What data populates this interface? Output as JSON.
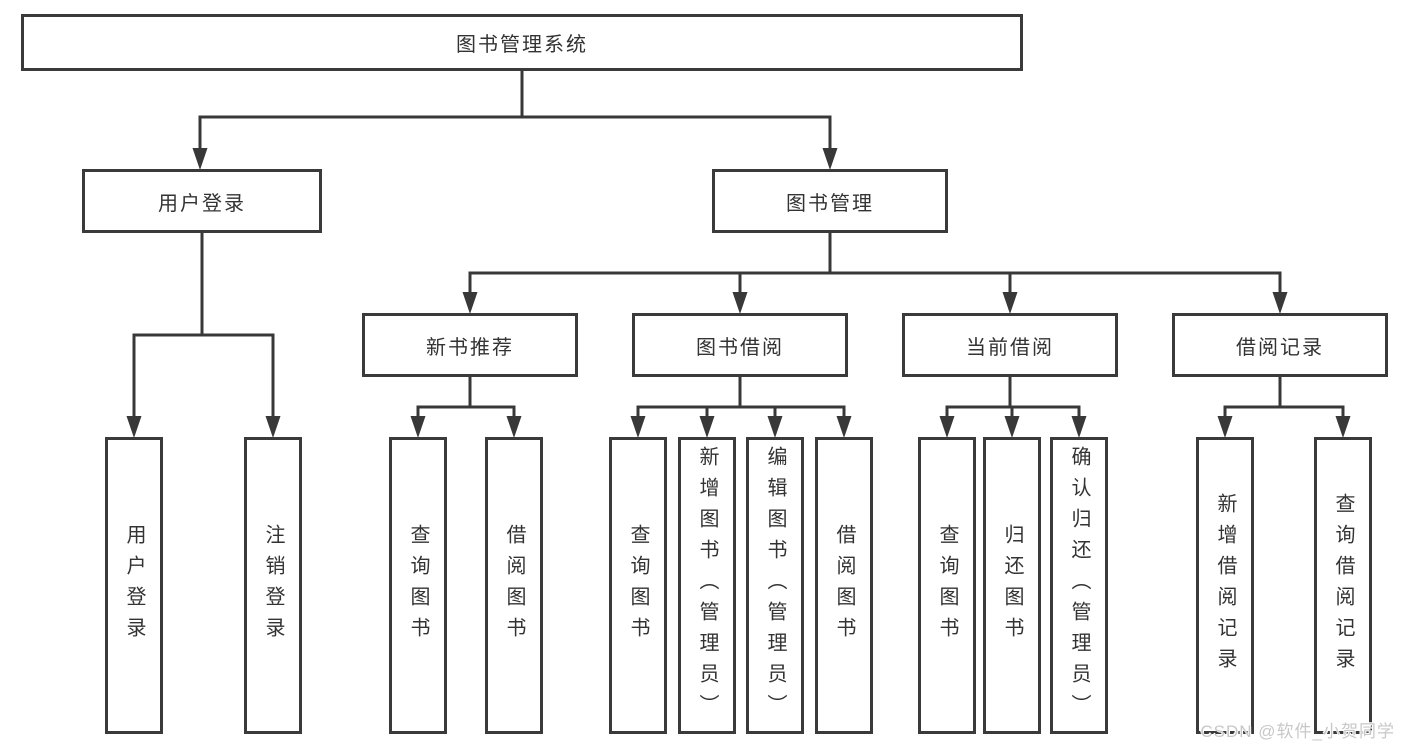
{
  "diagram_type": "functional-structure-tree",
  "colors": {
    "line": "#383838",
    "box_border": "#3a3a3a",
    "text": "#333333",
    "background": "#ffffff",
    "watermark_text": "#c8c8c8"
  },
  "tree": {
    "root": {
      "label": "图书管理系统",
      "children": [
        {
          "label": "用户登录",
          "children": [
            {
              "label": "用户登录"
            },
            {
              "label": "注销登录"
            }
          ]
        },
        {
          "label": "图书管理",
          "children": [
            {
              "label": "新书推荐",
              "children": [
                {
                  "label": "查询图书"
                },
                {
                  "label": "借阅图书"
                }
              ]
            },
            {
              "label": "图书借阅",
              "children": [
                {
                  "label": "查询图书"
                },
                {
                  "label": "新增图书（管理员）"
                },
                {
                  "label": "编辑图书（管理员）"
                },
                {
                  "label": "借阅图书"
                }
              ]
            },
            {
              "label": "当前借阅",
              "children": [
                {
                  "label": "查询图书"
                },
                {
                  "label": "归还图书"
                },
                {
                  "label": "确认归还（管理员）"
                }
              ]
            },
            {
              "label": "借阅记录",
              "children": [
                {
                  "label": "新增借阅记录"
                },
                {
                  "label": "查询借阅记录"
                }
              ]
            }
          ]
        }
      ]
    }
  },
  "watermark": "CSDN @软件_小贺同学"
}
